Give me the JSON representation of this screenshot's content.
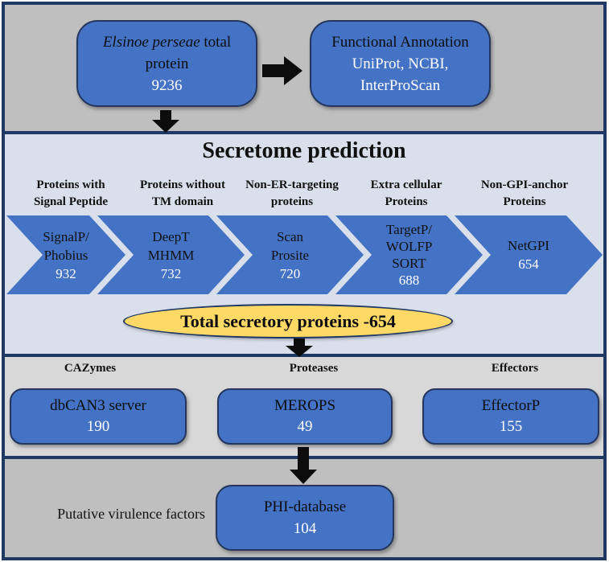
{
  "palette": {
    "frame_navy": "#1f3864",
    "box_blue": "#4472c4",
    "section_gray": "#bfbfbf",
    "section_bluegray": "#d9dfeb",
    "section_lightgray": "#d8d8d8",
    "ellipse_yellow": "#ffd966",
    "arrow_black": "#0c0c0c"
  },
  "top_section": {
    "input_box": {
      "species_italic": "Elsinoe perseae",
      "line1_rest": " total",
      "line2": "protein",
      "count": "9236"
    },
    "annotation_box": {
      "line1": "Functional Annotation",
      "line2": "UniProt, NCBI,",
      "line3": "InterProScan"
    }
  },
  "secretome_section": {
    "title": "Secretome prediction",
    "steps": [
      {
        "label_line1": "Proteins with",
        "label_line2": "Signal Peptide",
        "tool_lines": [
          "SignalP/",
          "Phobius"
        ],
        "count": "932"
      },
      {
        "label_line1": "Proteins without",
        "label_line2": "TM domain",
        "tool_lines": [
          "DeepT",
          "MHMM"
        ],
        "count": "732"
      },
      {
        "label_line1": "Non-ER-targeting",
        "label_line2": "proteins",
        "tool_lines": [
          "Scan",
          "Prosite"
        ],
        "count": "720"
      },
      {
        "label_line1": "Extra cellular",
        "label_line2": "Proteins",
        "tool_lines": [
          "TargetP/",
          "WOLFP",
          "SORT"
        ],
        "count": "688"
      },
      {
        "label_line1": "Non-GPI-anchor",
        "label_line2": "Proteins",
        "tool_lines": [
          "NetGPI"
        ],
        "count": "654"
      }
    ],
    "total_label": "Total secretory proteins -654"
  },
  "analysis_section": {
    "groups": [
      {
        "category": "CAZymes",
        "tool": "dbCAN3 server",
        "count": "190"
      },
      {
        "category": "Proteases",
        "tool": "MEROPS",
        "count": "49"
      },
      {
        "category": "Effectors",
        "tool": "EffectorP",
        "count": "155"
      }
    ]
  },
  "virulence_section": {
    "label": "Putative virulence factors",
    "tool": "PHI-database",
    "count": "104"
  }
}
